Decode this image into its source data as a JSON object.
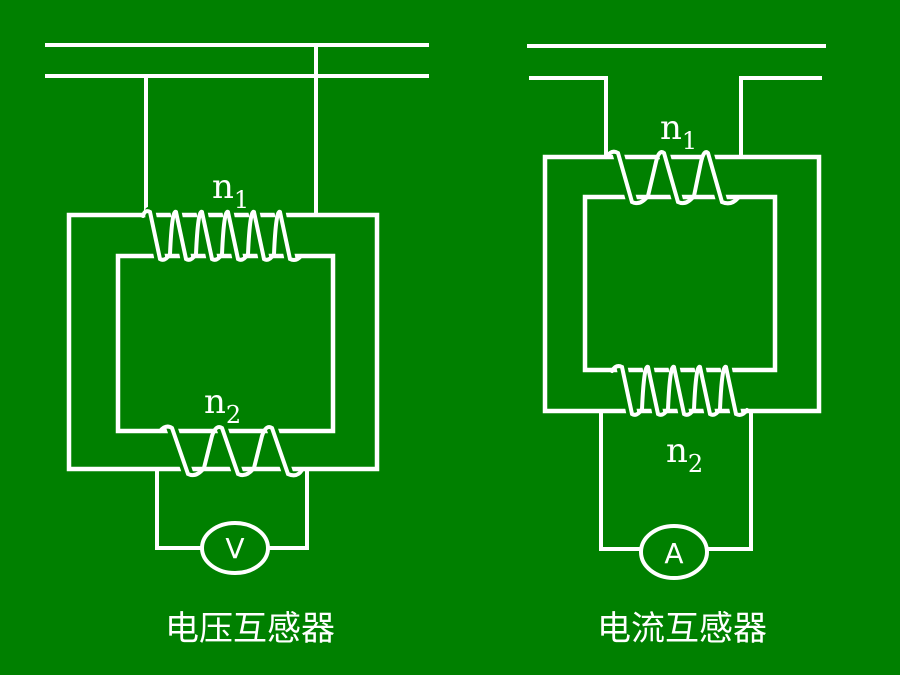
{
  "left": {
    "caption": "电压互感器",
    "primary": {
      "letter": "n",
      "index": "1"
    },
    "secondary": {
      "letter": "n",
      "index": "2"
    },
    "meter": "V"
  },
  "right": {
    "caption": "电流互感器",
    "primary": {
      "letter": "n",
      "index": "1"
    },
    "secondary": {
      "letter": "n",
      "index": "2"
    },
    "meter": "A"
  },
  "colors": {
    "background": "#008000",
    "line": "#ffffff"
  }
}
